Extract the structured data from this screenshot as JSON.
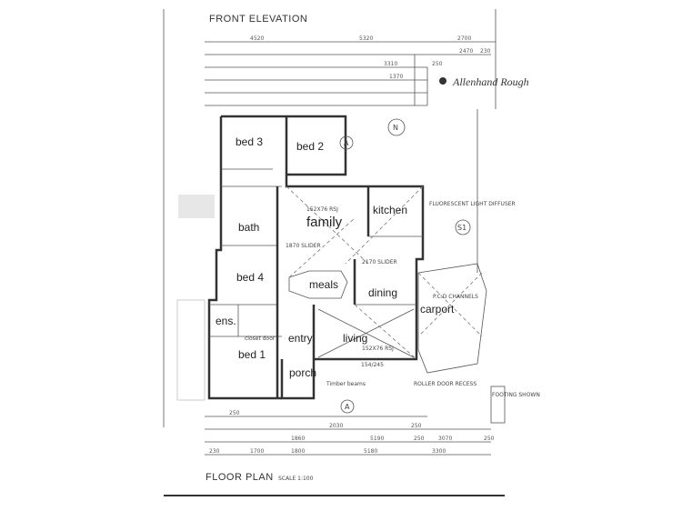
{
  "titles": {
    "elevation": "FRONT ELEVATION",
    "floor_plan": "FLOOR PLAN",
    "scale": "SCALE 1:100"
  },
  "rooms": {
    "bed3": "bed 3",
    "bed2": "bed 2",
    "family": "family",
    "kitchen": "kitchen",
    "bath": "bath",
    "bed4": "bed 4",
    "meals": "meals",
    "dining": "dining",
    "carport": "carport",
    "ens": "ens.",
    "bed1": "bed 1",
    "entry": "entry",
    "living": "living",
    "porch": "porch"
  },
  "notes": {
    "beam_family": "152X76 RSJ",
    "beam_living": "152X76 RSJ",
    "slider_family": "1870 SLIDER",
    "slider_dining": "2170 SLIDER",
    "fluoro": "FLUORESCENT LIGHT DIFFUSER",
    "section": "S1",
    "section_a": "A",
    "north": "N",
    "pcd": "P.C.D CHANNELS",
    "roller": "ROLLER DOOR RECESS",
    "footing": "FOOTING SHOWN",
    "timber": "Timber beams",
    "closet": "closet door",
    "frame": "154/245",
    "handwriting": "Allenhand Rough"
  },
  "dims_top": [
    "4520",
    "5320",
    "2700",
    "2470",
    "230",
    "3310",
    "1370",
    "250"
  ],
  "dims_bottom": [
    "250",
    "2030",
    "250",
    "1700",
    "5190",
    "250",
    "3070",
    "250",
    "3300",
    "5180",
    "1860",
    "1800",
    "230"
  ]
}
